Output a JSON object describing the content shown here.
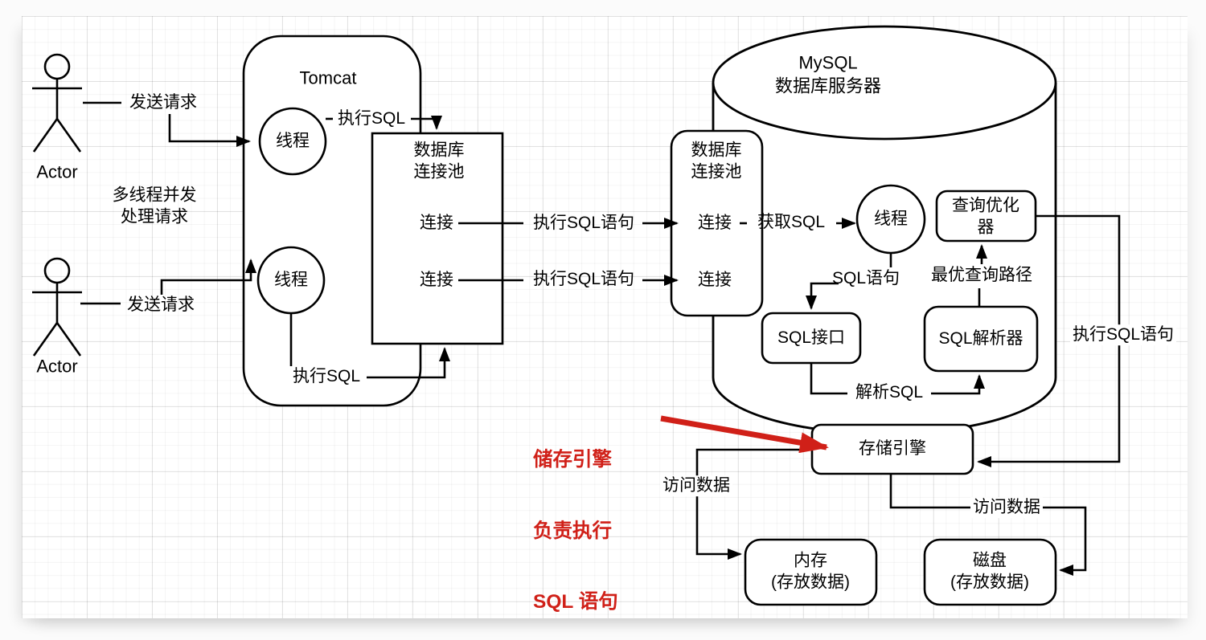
{
  "diagram": {
    "clients": {
      "actor1_label": "Actor",
      "actor2_label": "Actor",
      "send_request_1": "发送请求",
      "send_request_2": "发送请求",
      "note_line1": "多线程并发",
      "note_line2": "处理请求"
    },
    "tomcat": {
      "title": "Tomcat",
      "thread_1": "线程",
      "thread_2": "线程",
      "exec_sql_1": "执行SQL",
      "exec_sql_2": "执行SQL",
      "pool_title_line1": "数据库",
      "pool_title_line2": "连接池",
      "conn_1": "连接",
      "conn_2": "连接"
    },
    "edges": {
      "exec_sql_stmt_1": "执行SQL语句",
      "exec_sql_stmt_2": "执行SQL语句"
    },
    "mysql": {
      "title_line1": "MySQL",
      "title_line2": "数据库服务器",
      "pool_title_line1": "数据库",
      "pool_title_line2": "连接池",
      "conn_1": "连接",
      "conn_2": "连接",
      "get_sql": "获取SQL",
      "thread": "线程",
      "sql_stmt": "SQL语句",
      "sql_interface": "SQL接口",
      "sql_parser": "SQL解析器",
      "parse_sql": "解析SQL",
      "optimal_query_path": "最优查询路径",
      "query_optimizer_line1": "查询优化",
      "query_optimizer_line2": "器",
      "exec_sql_stmt_right": "执行SQL语句",
      "storage_engine": "存储引擎",
      "access_data_memory": "访问数据",
      "access_data_disk": "访问数据",
      "memory_line1": "内存",
      "memory_line2": "(存放数据)",
      "disk_line1": "磁盘",
      "disk_line2": "(存放数据)"
    },
    "annotation": {
      "line1": "储存引擎",
      "line2": "负责执行",
      "line3": "SQL 语句",
      "color": "#d02018"
    },
    "colors": {
      "stroke": "#000000",
      "background": "#ffffff",
      "grid_minor": "#f4f4f4",
      "grid_major": "#e6e6e6"
    }
  }
}
